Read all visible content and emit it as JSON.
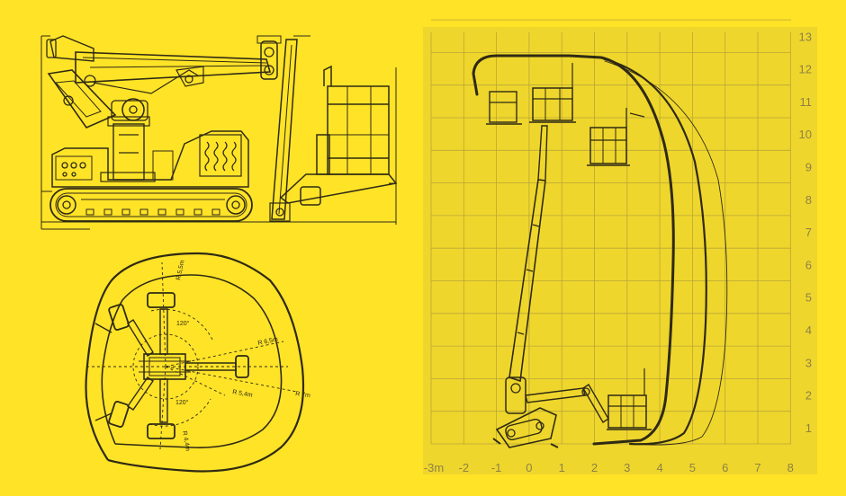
{
  "colors": {
    "background": "#FFE327",
    "grid_panel": "#EFD62C",
    "grid_line": "#B9A638",
    "line": "#2F2A14",
    "axis_label": "#8E8145"
  },
  "outreach_diagram": {
    "x_ticks": [
      "-3m",
      "-2",
      "-1",
      "0",
      "1",
      "2",
      "3",
      "4",
      "5",
      "6",
      "7",
      "8"
    ],
    "y_ticks": [
      "1",
      "2",
      "3",
      "4",
      "5",
      "6",
      "7",
      "8",
      "9",
      "10",
      "11",
      "12",
      "13"
    ]
  },
  "footprint_diagram": {
    "labels": {
      "r55": "R 5,5m",
      "a120_top": "120°",
      "r65": "R 6,5m",
      "r54": "R 5,4m",
      "r7": "R 7m",
      "a120_bottom": "120°",
      "r44": "R 4,4m"
    }
  }
}
